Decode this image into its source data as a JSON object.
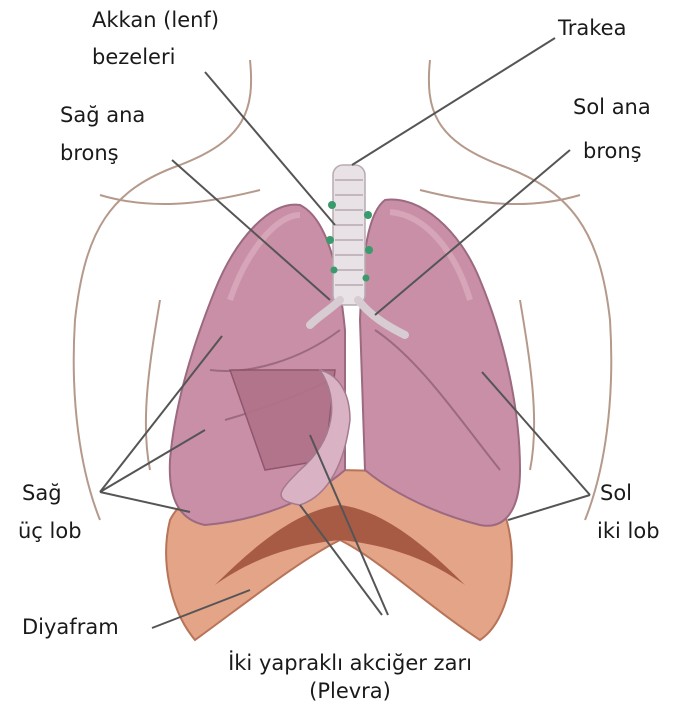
{
  "labels": {
    "lymph": "Akkan (lenf)",
    "lymph2": "bezeleri",
    "trachea": "Trakea",
    "right_bronchus": "Sağ ana",
    "right_bronchus2": "bronş",
    "left_bronchus": "Sol ana",
    "left_bronchus2": "bronş",
    "right_lobes": "Sağ",
    "right_lobes2": "üç lob",
    "left_lobes": "Sol",
    "left_lobes2": "iki lob",
    "diaphragm": "Diyafram",
    "pleura": "İki yapraklı akciğer zarı",
    "pleura2": "(Plevra)"
  },
  "colors": {
    "lung": "#c98fa6",
    "lung_light": "#e0b4c4",
    "diaphragm": "#e3a487",
    "diaphragm_dark": "#9c4f3a",
    "trachea": "#e8e2e6",
    "lymph": "#3a9a6b",
    "body_outline": "#b59a8c",
    "leader": "#555555"
  }
}
